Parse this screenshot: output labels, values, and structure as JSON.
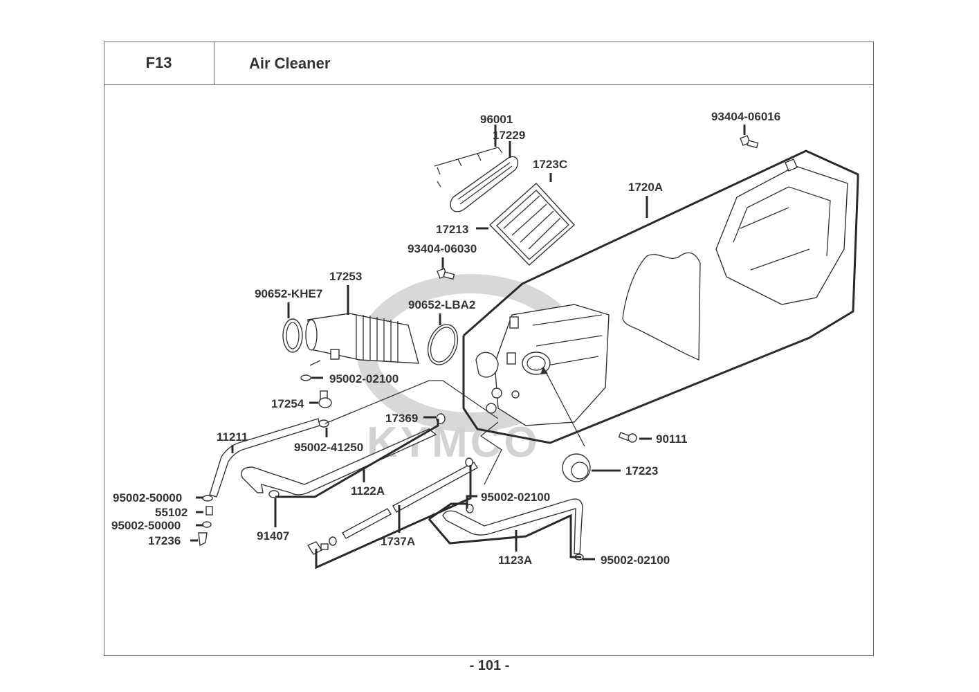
{
  "header": {
    "section_code": "F13",
    "title": "Air Cleaner"
  },
  "watermark": "KYMCO",
  "page_number": "- 101 -",
  "callouts": [
    {
      "id": "c1",
      "label": "96001"
    },
    {
      "id": "c2",
      "label": "17229"
    },
    {
      "id": "c3",
      "label": "1723C"
    },
    {
      "id": "c4",
      "label": "93404-06016"
    },
    {
      "id": "c5",
      "label": "1720A"
    },
    {
      "id": "c6",
      "label": "17213"
    },
    {
      "id": "c7",
      "label": "93404-06030"
    },
    {
      "id": "c8",
      "label": "17253"
    },
    {
      "id": "c9",
      "label": "90652-KHE7"
    },
    {
      "id": "c10",
      "label": "90652-LBA2"
    },
    {
      "id": "c11",
      "label": "95002-02100"
    },
    {
      "id": "c12",
      "label": "17254"
    },
    {
      "id": "c13",
      "label": "17369"
    },
    {
      "id": "c14",
      "label": "95002-41250"
    },
    {
      "id": "c15",
      "label": "11211"
    },
    {
      "id": "c16",
      "label": "90111"
    },
    {
      "id": "c17",
      "label": "17223"
    },
    {
      "id": "c18",
      "label": "1122A"
    },
    {
      "id": "c19",
      "label": "95002-50000"
    },
    {
      "id": "c20",
      "label": "55102"
    },
    {
      "id": "c21",
      "label": "95002-50000"
    },
    {
      "id": "c22",
      "label": "17236"
    },
    {
      "id": "c23",
      "label": "91407"
    },
    {
      "id": "c24",
      "label": "95002-02100"
    },
    {
      "id": "c25",
      "label": "1737A"
    },
    {
      "id": "c26",
      "label": "1123A"
    },
    {
      "id": "c27",
      "label": "95002-02100"
    }
  ]
}
